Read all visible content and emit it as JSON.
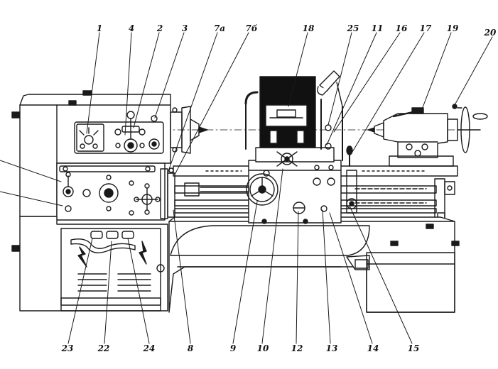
{
  "diagram": {
    "callouts_top": [
      "1",
      "4",
      "2",
      "3",
      "7a",
      "7б",
      "18",
      "25",
      "11",
      "16",
      "17",
      "19",
      "20"
    ],
    "callouts_bottom": [
      "23",
      "22",
      "24",
      "8",
      "9",
      "10",
      "12",
      "13",
      "14",
      "15"
    ],
    "colors": {
      "ink": "#1a1a1a",
      "paper": "#ffffff",
      "dark": "#111111"
    }
  }
}
